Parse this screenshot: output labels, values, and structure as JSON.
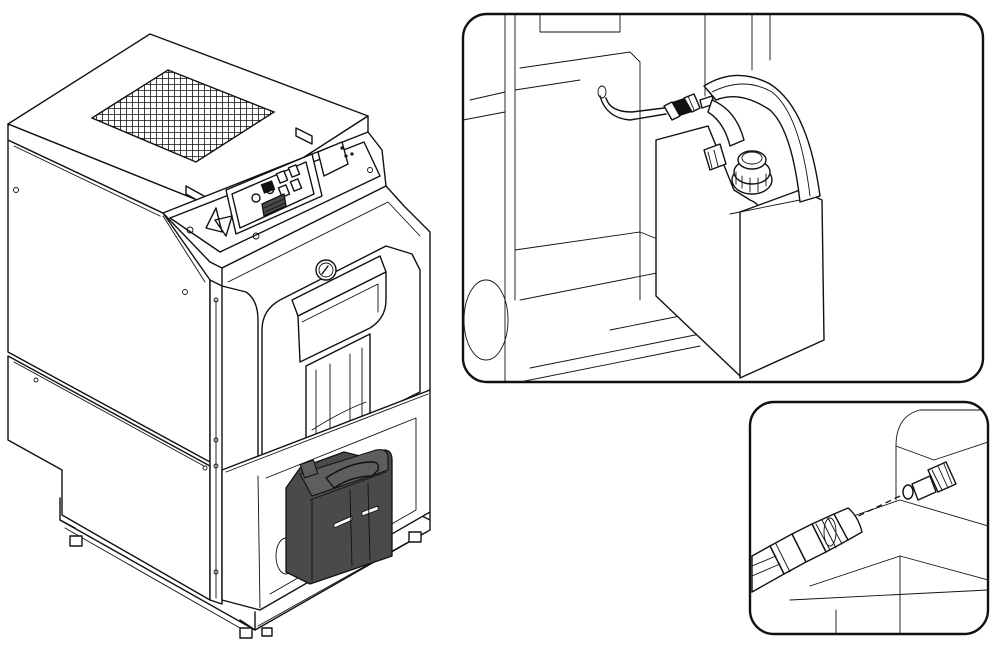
{
  "figure": {
    "main_unit": "boiler-with-condensate-canister",
    "detail_views": [
      "canister-hose-connection",
      "quick-coupling-connection"
    ],
    "colors": {
      "line": "#111111",
      "highlight": "#4a4a4a",
      "background": "#ffffff"
    },
    "icons": {
      "warning": "warning-triangle-icon",
      "gauge": "pressure-gauge-icon"
    }
  }
}
